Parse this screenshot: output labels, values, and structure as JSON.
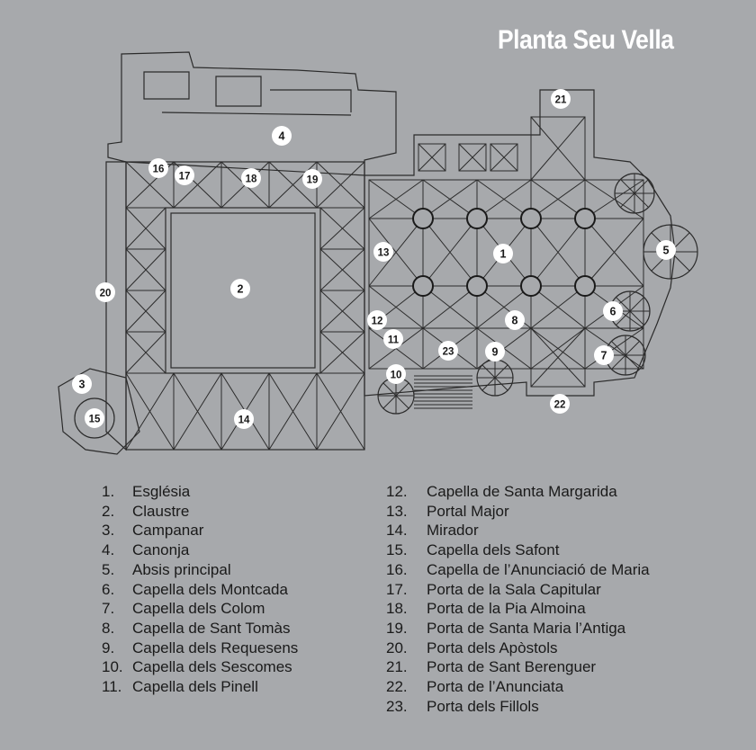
{
  "title": "Planta Seu Vella",
  "legend": [
    {
      "num": "1.",
      "label": "Església"
    },
    {
      "num": "2.",
      "label": "Claustre"
    },
    {
      "num": "3.",
      "label": "Campanar"
    },
    {
      "num": "4.",
      "label": "Canonja"
    },
    {
      "num": "5.",
      "label": "Absis principal"
    },
    {
      "num": "6.",
      "label": "Capella dels Montcada"
    },
    {
      "num": "7.",
      "label": "Capella dels Colom"
    },
    {
      "num": "8.",
      "label": "Capella de Sant Tomàs"
    },
    {
      "num": "9.",
      "label": "Capella dels Requesens"
    },
    {
      "num": "10.",
      "label": "Capella dels Sescomes"
    },
    {
      "num": "11.",
      "label": "Capella dels Pinell"
    },
    {
      "num": "12.",
      "label": "Capella de Santa Margarida"
    },
    {
      "num": "13.",
      "label": "Portal Major"
    },
    {
      "num": "14.",
      "label": "Mirador"
    },
    {
      "num": "15.",
      "label": "Capella dels Safont"
    },
    {
      "num": "16.",
      "label": "Capella de l’Anunciació de Maria"
    },
    {
      "num": "17.",
      "label": "Porta de la Sala Capitular"
    },
    {
      "num": "18.",
      "label": "Porta de la Pia Almoina"
    },
    {
      "num": "19.",
      "label": "Porta de Santa Maria l’Antiga"
    },
    {
      "num": "20.",
      "label": "Porta dels Apòstols"
    },
    {
      "num": "21.",
      "label": "Porta de Sant Berenguer"
    },
    {
      "num": "22.",
      "label": "Porta de l’Anunciata"
    },
    {
      "num": "23.",
      "label": "Porta dels Fillols"
    }
  ],
  "markers": [
    "1",
    "2",
    "3",
    "4",
    "5",
    "6",
    "7",
    "8",
    "9",
    "10",
    "11",
    "12",
    "13",
    "14",
    "15",
    "16",
    "17",
    "18",
    "19",
    "20",
    "21",
    "22",
    "23"
  ],
  "colors": {
    "background": "#a7a9ac",
    "line": "#2b2b2b",
    "marker": "#ffffff",
    "title": "#ffffff"
  }
}
